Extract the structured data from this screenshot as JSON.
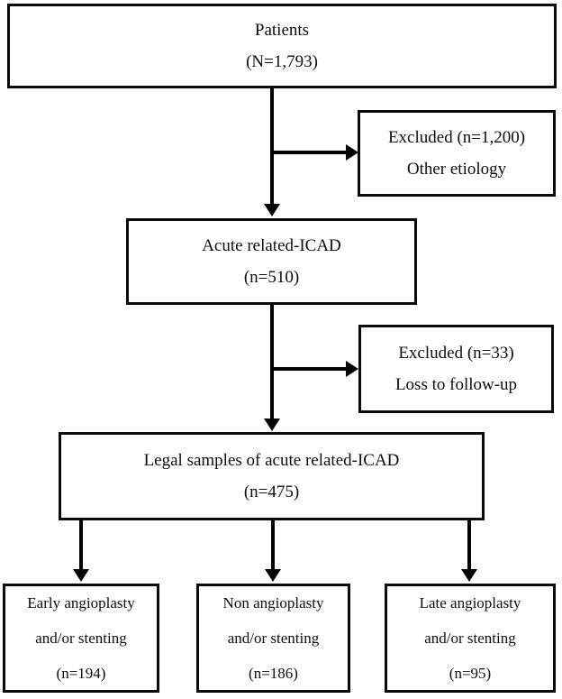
{
  "diagram": {
    "kind": "patient-flowchart",
    "colors": {
      "border": "#0a0a0a",
      "background": "#ffffff",
      "text": "#0d0d0d",
      "arrow": "#000000"
    },
    "boxes": {
      "patients": {
        "line1": "Patients",
        "line2": "(N=1,793)"
      },
      "excluded1": {
        "line1": "Excluded (n=1,200)",
        "line2": "Other etiology"
      },
      "acute": {
        "line1": "Acute related-ICAD",
        "line2": "(n=510)"
      },
      "excluded2": {
        "line1": "Excluded (n=33)",
        "line2": "Loss to follow-up"
      },
      "legal": {
        "line1": "Legal samples of acute related-ICAD",
        "line2": "(n=475)"
      },
      "early": {
        "line1": "Early angioplasty",
        "line2": "and/or stenting",
        "line3": "(n=194)"
      },
      "non": {
        "line1": "Non angioplasty",
        "line2": "and/or stenting",
        "line3": "(n=186)"
      },
      "late": {
        "line1": "Late angioplasty",
        "line2": "and/or stenting",
        "line3": "(n=95)"
      }
    }
  }
}
